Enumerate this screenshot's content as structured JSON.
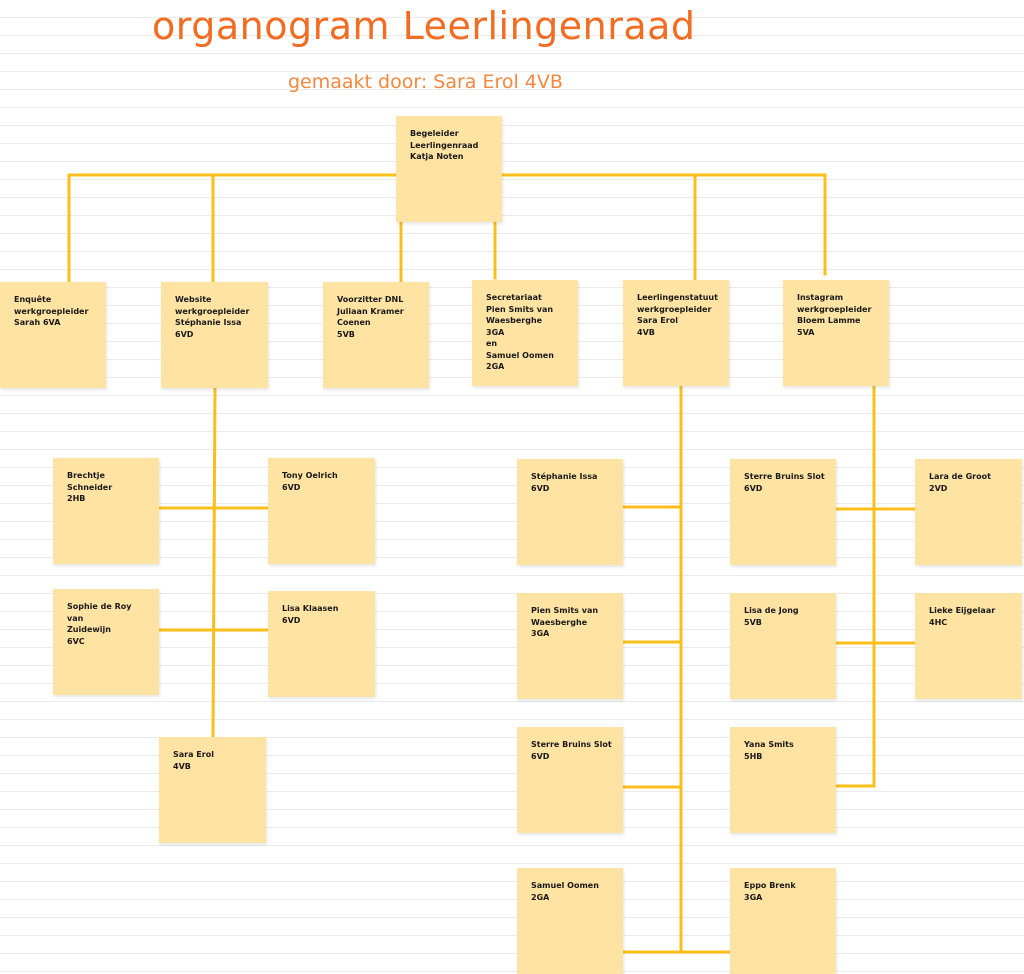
{
  "header": {
    "title": "organogram Leerlingenraad",
    "subtitle": "gemaakt door: Sara Erol 4VB"
  },
  "colors": {
    "connector": "#fbbf1c",
    "note": "#fee3a3",
    "title": "#f26c22"
  },
  "nodes": {
    "begeleider": "Begeleider\nLeerlingenraad\nKatja Noten",
    "enquete": "Enquête\nwerkgroepleider\nSarah 6VA",
    "website": "Website\nwerkgroepleider\nStéphanie Issa\n6VD",
    "voorzitter": "Voorzitter DNL\nJuliaan Kramer\nCoenen\n5VB",
    "secretariaat": "Secretariaat\nPien Smits van\nWaesberghe\n3GA\nen\nSamuel Oomen\n2GA",
    "leerlingenstatuut": "Leerlingenstatuut\nwerkgroepleider\nSara Erol\n4VB",
    "instagram": "Instagram\nwerkgroepleider\nBloem Lamme\n5VA",
    "web_brechtje": "Brechtje Schneider\n2HB",
    "web_tony": "Tony Oelrich\n6VD",
    "web_sophie": "Sophie de Roy van\nZuidewijn\n6VC",
    "web_lisa": "Lisa Klaasen\n6VD",
    "web_sara": "Sara Erol\n4VB",
    "stat_stephanie": "Stéphanie Issa\n6VD",
    "stat_pien": "Pien Smits van\nWaesberghe\n3GA",
    "stat_sterre": "Sterre Bruins Slot\n6VD",
    "stat_samuel": "Samuel Oomen\n2GA",
    "stat_eppo": "Eppo Brenk\n3GA",
    "insta_sterre": "Sterre Bruins Slot\n6VD",
    "insta_lara": "Lara de Groot\n2VD",
    "insta_lisa": "Lisa de Jong\n5VB",
    "insta_lieke": "Lieke Eijgelaar\n4HC",
    "insta_yana": "Yana Smits\n5HB"
  }
}
